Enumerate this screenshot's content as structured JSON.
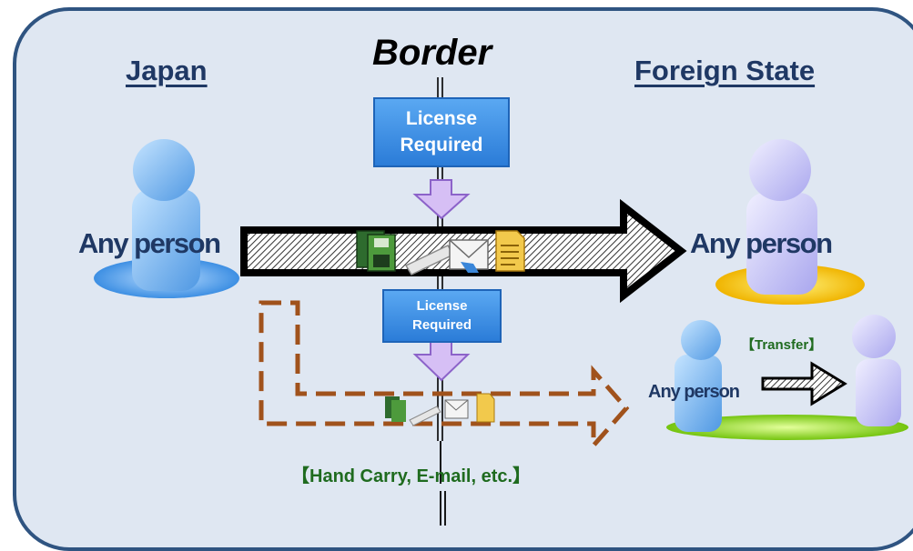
{
  "diagram": {
    "title": "Border",
    "left_region": "Japan",
    "right_region": "Foreign State",
    "sender_label": "Any person",
    "receiver_label": "Any person",
    "license_top": "License Required",
    "license_bottom": "License Required",
    "transfer_label": "【Transfer】",
    "transfer_person_label": "Any person",
    "method_label": "【Hand Carry, E-mail, etc.】"
  },
  "icons": [
    "person-icon",
    "floppy-disk-icon",
    "usb-drive-icon",
    "email-icon",
    "document-icon"
  ],
  "colors": {
    "panel_fill": "#dfe7f2",
    "panel_border": "#2f5481",
    "person_blue": "#6fb3f0",
    "person_violet": "#c9c8f7",
    "license_blue": "#3a8fe6",
    "dashed_arrow": "#a0521c",
    "green_text": "#1f6b1f"
  }
}
